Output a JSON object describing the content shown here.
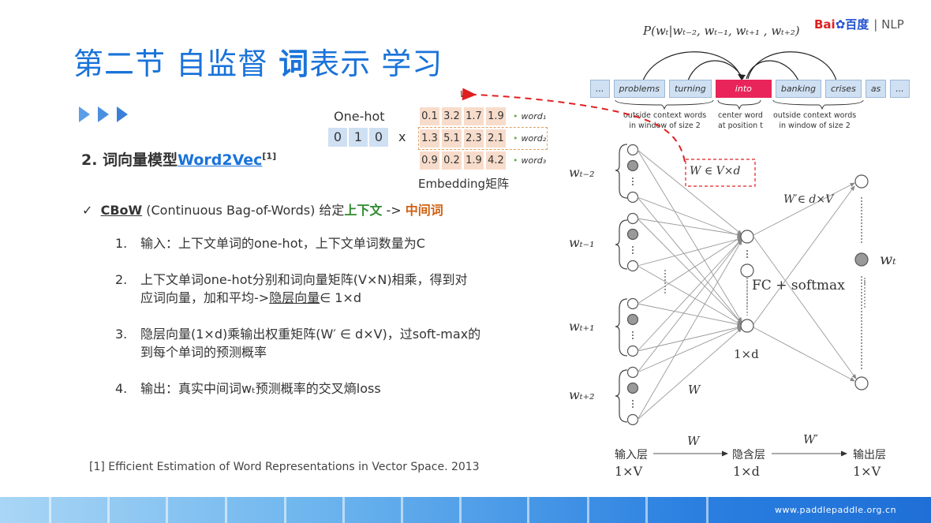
{
  "header": {
    "title_part1": "第二节 自监督 ",
    "title_bold": "词",
    "title_part2": "表示 学习",
    "logo_bai": "Bai",
    "logo_du": "百度",
    "logo_nlp": "| NLP"
  },
  "section": {
    "prefix": "2. 词向量模型",
    "link": "Word2Vec",
    "sup": "[1]"
  },
  "cbow": {
    "check": "✓",
    "keyword": "CBoW",
    "desc": " (Continuous Bag-of-Words) 给定",
    "context": "上下文",
    "arrow": " -> ",
    "center": "中间词"
  },
  "steps": [
    {
      "num": "1.",
      "line1": "输入：上下文单词的one-hot，上下文单词数量为C"
    },
    {
      "num": "2.",
      "line1": "上下文单词one-hot分别和词向量矩阵(V×N)相乘，得到对",
      "line2_a": "应词向量，加和平均->",
      "line2_ul": "隐层向量",
      "line2_b": "∈ 1×d"
    },
    {
      "num": "3.",
      "line1": "隐层向量(1×d)乘输出权重矩阵(W′ ∈ d×V)，过soft-max的",
      "line2": "到每个单词的预测概率"
    },
    {
      "num": "4.",
      "line1": "输出：真实中间词wₜ预测概率的交叉熵loss"
    }
  ],
  "reference": "[1] Efficient Estimation of Word Representations in Vector Space. 2013",
  "onehot": {
    "label": "One-hot",
    "values": [
      "0",
      "1",
      "0"
    ],
    "times": "x"
  },
  "embedding": {
    "w_label": "W",
    "rows": [
      {
        "values": [
          "0.1",
          "3.2",
          "1.7",
          "1.9"
        ],
        "word": "word₁"
      },
      {
        "values": [
          "1.3",
          "5.1",
          "2.3",
          "2.1"
        ],
        "word": "word₂"
      },
      {
        "values": [
          "0.9",
          "0.2",
          "1.9",
          "4.2"
        ],
        "word": "word₃"
      }
    ],
    "caption": "Embedding矩阵"
  },
  "context_diagram": {
    "prob": "P(wₜ|wₜ₋₂, wₜ₋₁, wₜ₊₁ , wₜ₊₂)",
    "tokens": [
      "...",
      "problems",
      "turning",
      "into",
      "banking",
      "crises",
      "as",
      "..."
    ],
    "cap_left": [
      "outside context words",
      "in window of size 2"
    ],
    "cap_center": [
      "center word",
      "at position t"
    ],
    "cap_right": [
      "outside context words",
      "in window of size 2"
    ]
  },
  "network": {
    "w_box": "W ∈ V×d",
    "w_prime": "W′∈ d×V",
    "fc": "FC + softmax",
    "hidden_dim": "1×d",
    "w_lower": "W",
    "inputs": [
      "wₜ₋₂",
      "wₜ₋₁",
      "wₜ₊₁",
      "wₜ₊₂"
    ],
    "output": "wₜ",
    "layers": {
      "input": "输入层",
      "input_dim": "1×V",
      "hidden": "隐含层",
      "hidden_dim": "1×d",
      "output": "输出层",
      "output_dim": "1×V",
      "w": "W",
      "w_prime": "W′"
    }
  },
  "footer": {
    "url": "www.paddlepaddle.org.cn"
  },
  "colors": {
    "title": "#1a73d9",
    "context": "#2e8b2e",
    "center": "#d06010",
    "highlight": "#e8245a",
    "dashed_arrow": "#e02020"
  }
}
